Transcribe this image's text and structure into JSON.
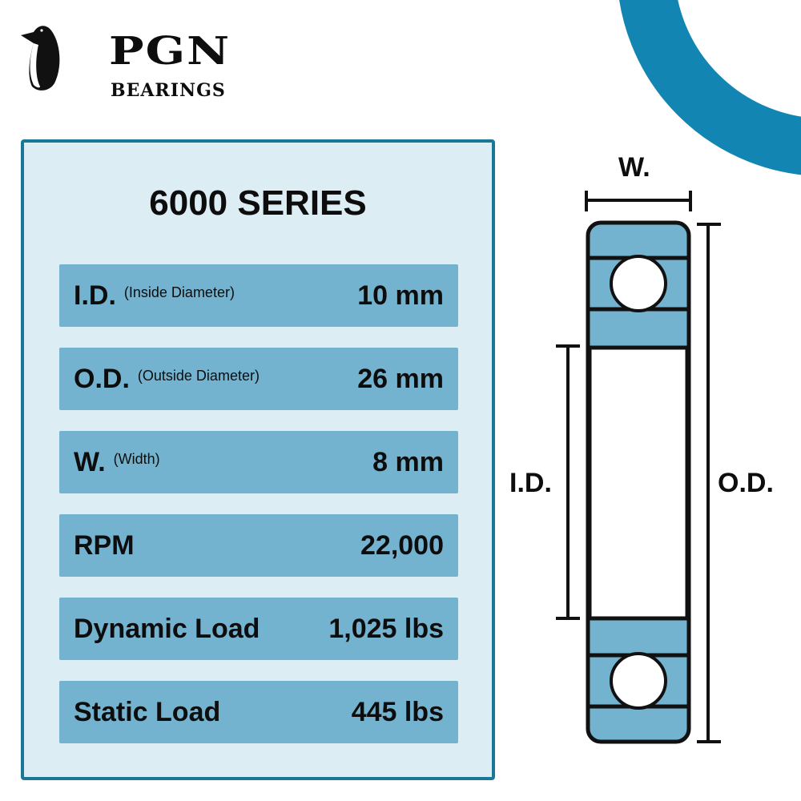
{
  "brand": {
    "name": "PGN",
    "subtitle": "BEARINGS",
    "logo_icon": "penguin-icon"
  },
  "colors": {
    "accent": "#1385b3",
    "panel_bg": "#ddedf4",
    "panel_border": "#1a7796",
    "row_bg": "#74b3cf",
    "text": "#0d0d0d"
  },
  "panel": {
    "title": "6000 SERIES",
    "specs": [
      {
        "label": "I.D.",
        "sublabel": "(Inside Diameter)",
        "value": "10 mm"
      },
      {
        "label": "O.D.",
        "sublabel": "(Outside Diameter)",
        "value": "26 mm"
      },
      {
        "label": "W.",
        "sublabel": "(Width)",
        "value": "8 mm"
      },
      {
        "label": "RPM",
        "sublabel": "",
        "value": "22,000"
      },
      {
        "label": "Dynamic Load",
        "sublabel": "",
        "value": "1,025 lbs"
      },
      {
        "label": "Static Load",
        "sublabel": "",
        "value": "445 lbs"
      }
    ]
  },
  "diagram": {
    "width_label": "W.",
    "inner_diameter_label": "I.D.",
    "outer_diameter_label": "O.D."
  }
}
